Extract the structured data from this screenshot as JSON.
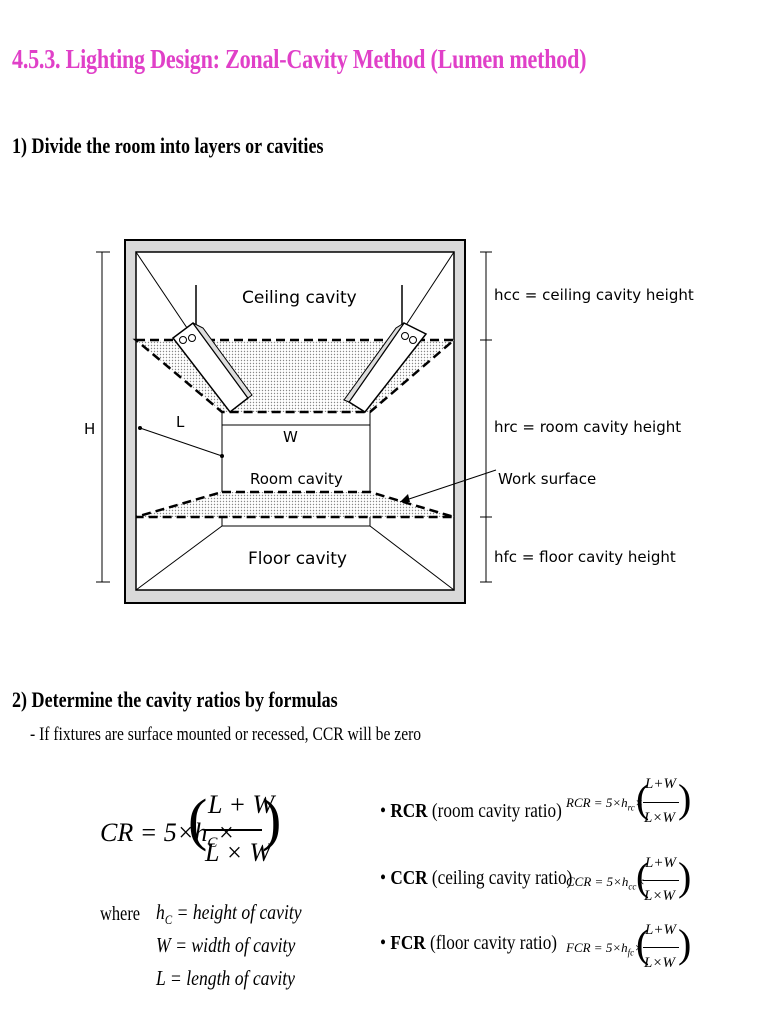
{
  "title": "4.5.3. Lighting Design: Zonal-Cavity Method (Lumen method)",
  "step1": "1) Divide the room into layers or cavities",
  "diagram": {
    "ceiling_cavity": "Ceiling cavity",
    "room_cavity": "Room cavity",
    "floor_cavity": "Floor cavity",
    "h_label": "H",
    "l_label": "L",
    "w_label": "W",
    "hcc_def": "= ceiling cavity height",
    "hrc_def": "= room cavity height",
    "work_surface": "Work surface",
    "hfc_def": "= floor cavity height",
    "hcc_sym": "hcc",
    "hrc_sym": "hrc",
    "hfc_sym": "hfc"
  },
  "step2": "2) Determine the cavity ratios by formulas",
  "step2_note": "- If fixtures are surface mounted or recessed, CCR will be zero",
  "formula": {
    "lhs": "CR = 5×h",
    "sub": "C",
    "num": "L + W",
    "den": "L × W"
  },
  "where": {
    "word": "where",
    "lines": [
      "= height of cavity",
      "W = width of cavity",
      "L = length of cavity"
    ],
    "hc_symbol": "h",
    "hc_sub": "C"
  },
  "ratios": [
    {
      "abbr": "RCR",
      "desc": "(room cavity ratio)",
      "lhs": "RCR = 5×h",
      "sub": "rc",
      "num": "L+W",
      "den": "L×W"
    },
    {
      "abbr": "CCR",
      "desc": "(ceiling cavity ratio)",
      "lhs": "CCR = 5×h",
      "sub": "cc",
      "num": "L+W",
      "den": "L×W"
    },
    {
      "abbr": "FCR",
      "desc": "(floor cavity ratio)",
      "lhs": "FCR = 5×h",
      "sub": "fc",
      "num": "L+W",
      "den": "L×W"
    }
  ]
}
